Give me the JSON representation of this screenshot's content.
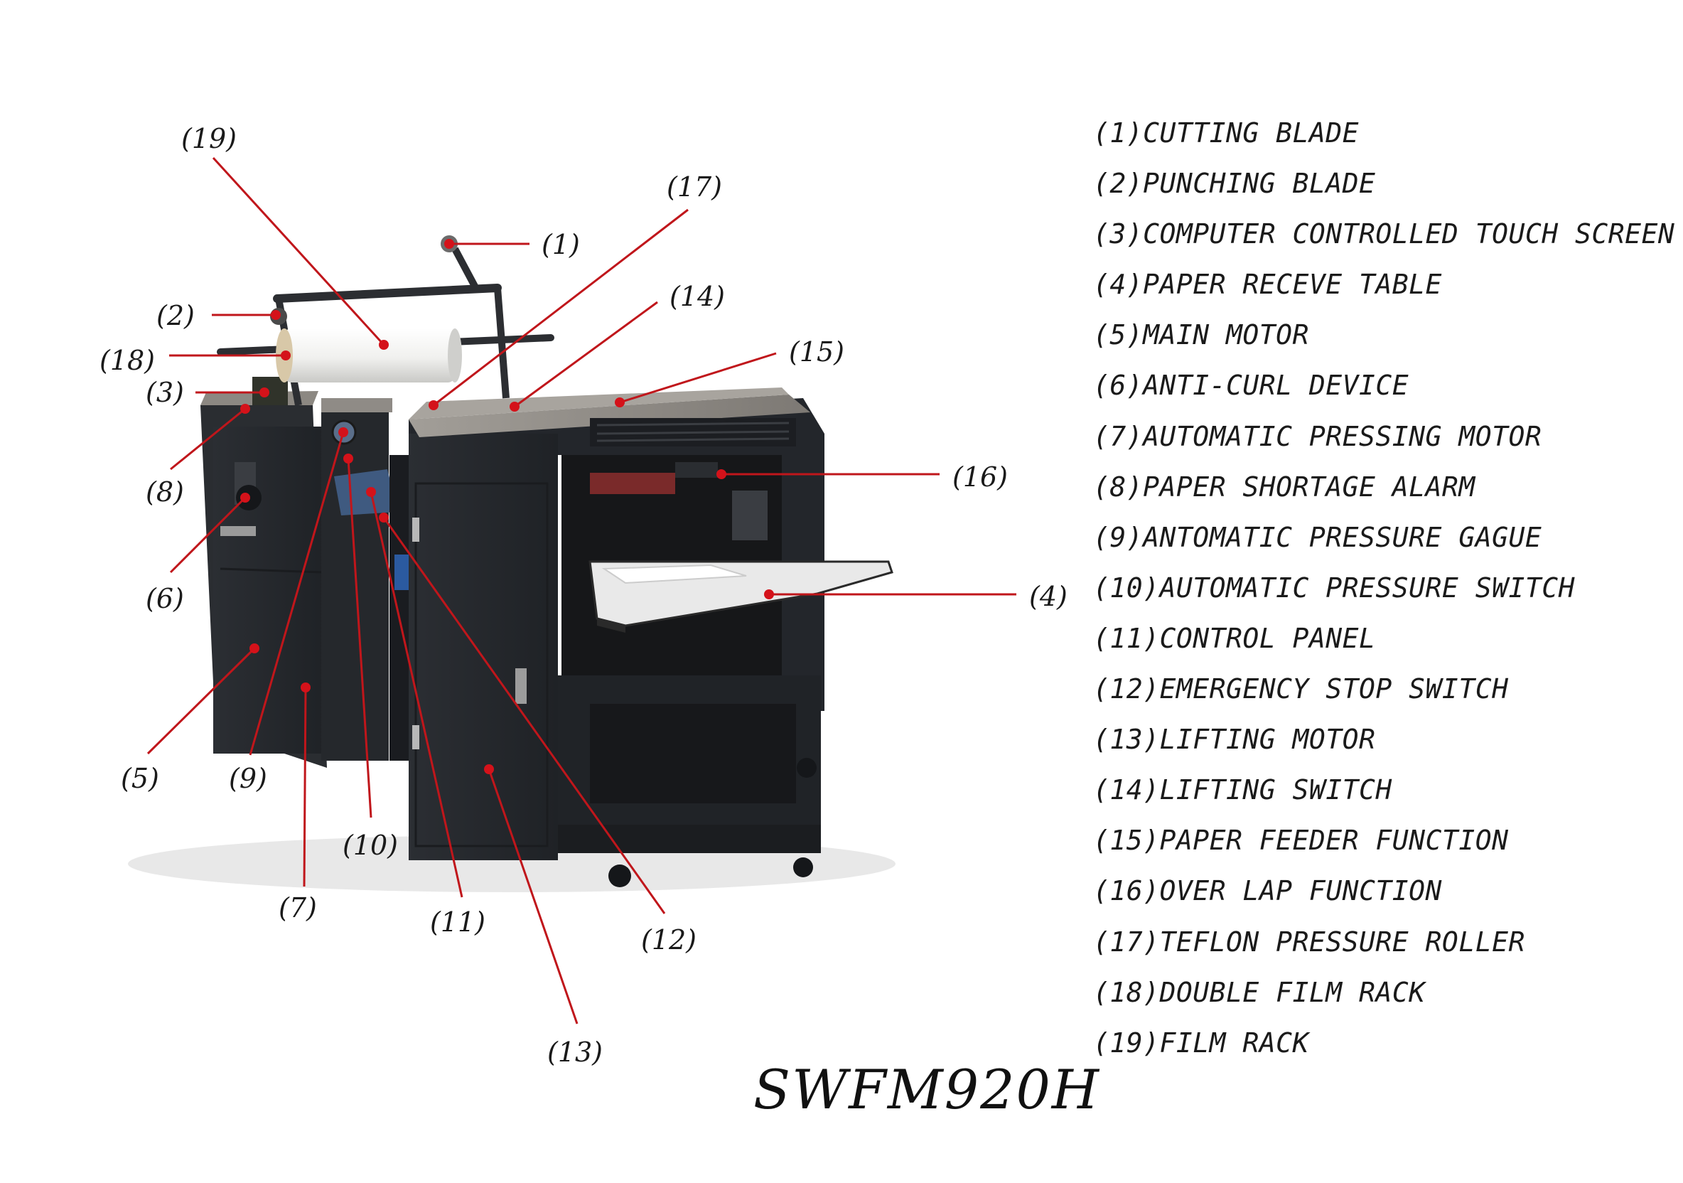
{
  "callouts": [
    {
      "label": "(1)"
    },
    {
      "label": "(2)"
    },
    {
      "label": "(3)"
    },
    {
      "label": "(4)"
    },
    {
      "label": "(5)"
    },
    {
      "label": "(6)"
    },
    {
      "label": "(7)"
    },
    {
      "label": "(8)"
    },
    {
      "label": "(9)"
    },
    {
      "label": "(10)"
    },
    {
      "label": "(11)"
    },
    {
      "label": "(12)"
    },
    {
      "label": "(13)"
    },
    {
      "label": "(14)"
    },
    {
      "label": "(15)"
    },
    {
      "label": "(16)"
    },
    {
      "label": "(17)"
    },
    {
      "label": "(18)"
    },
    {
      "label": "(19)"
    }
  ],
  "legend": [
    "(1)CUTTING BLADE",
    "(2)PUNCHING BLADE",
    "(3)COMPUTER CONTROLLED TOUCH SCREEN",
    "(4)PAPER RECEVE TABLE",
    "(5)MAIN MOTOR",
    "(6)ANTI-CURL DEVICE",
    "(7)AUTOMATIC PRESSING MOTOR",
    "(8)PAPER SHORTAGE ALARM",
    "(9)ANTOMATIC PRESSURE GAGUE",
    "(10)AUTOMATIC PRESSURE SWITCH",
    "(11)CONTROL PANEL",
    "(12)EMERGENCY STOP SWITCH",
    "(13)LIFTING MOTOR",
    "(14)LIFTING SWITCH",
    "(15)PAPER FEEDER FUNCTION",
    "(16)OVER LAP FUNCTION",
    "(17)TEFLON PRESSURE ROLLER",
    "(18)DOUBLE FILM RACK",
    "(19)FILM RACK"
  ],
  "model": "SWFM920H",
  "colors": {
    "leader": "#c0161b",
    "machine_body": "#23262b",
    "machine_top": "#8f8b86",
    "film": "#f1f1ef",
    "text": "#1a1a1a"
  }
}
